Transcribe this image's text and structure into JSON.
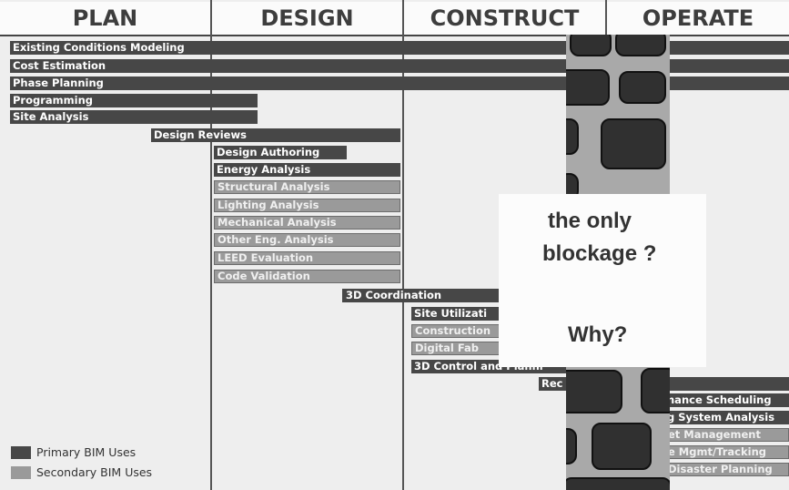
{
  "phases": [
    "PLAN",
    "DESIGN",
    "CONSTRUCT",
    "OPERATE"
  ],
  "bars": {
    "existing_conditions": "Existing Conditions Modeling",
    "cost_estimation": "Cost Estimation",
    "phase_planning": "Phase Planning",
    "programming": "Programming",
    "site_analysis": "Site Analysis",
    "design_reviews": "Design Reviews",
    "design_authoring": "Design Authoring",
    "energy_analysis": "Energy Analysis",
    "structural_analysis": "Structural Analysis",
    "lighting_analysis": "Lighting Analysis",
    "mechanical_analysis": "Mechanical Analysis",
    "other_eng_analysis": "Other Eng. Analysis",
    "leed_evaluation": "LEED Evaluation",
    "code_validation": "Code Validation",
    "coordination_3d": "3D Coordination",
    "site_utilization": "Site Utilizati",
    "construction": "Construction",
    "digital_fab": "Digital Fab",
    "control_3d": "3D Control and Planni",
    "rec": "Rec",
    "maintenance_scheduling": "nance Scheduling",
    "system_analysis": "g System Analysis",
    "asset_management": "et Management",
    "mgmt_tracking": "e Mgmt/Tracking",
    "disaster_planning": "Disaster Planning"
  },
  "legend": {
    "primary": "Primary BIM Uses",
    "secondary": "Secondary BIM Uses"
  },
  "overlay": {
    "line1": "the only",
    "line2": "blockage ?",
    "line3": "Why?"
  },
  "colors": {
    "primary": "#474747",
    "secondary": "#9a9a9a",
    "background": "#eeeeee"
  }
}
